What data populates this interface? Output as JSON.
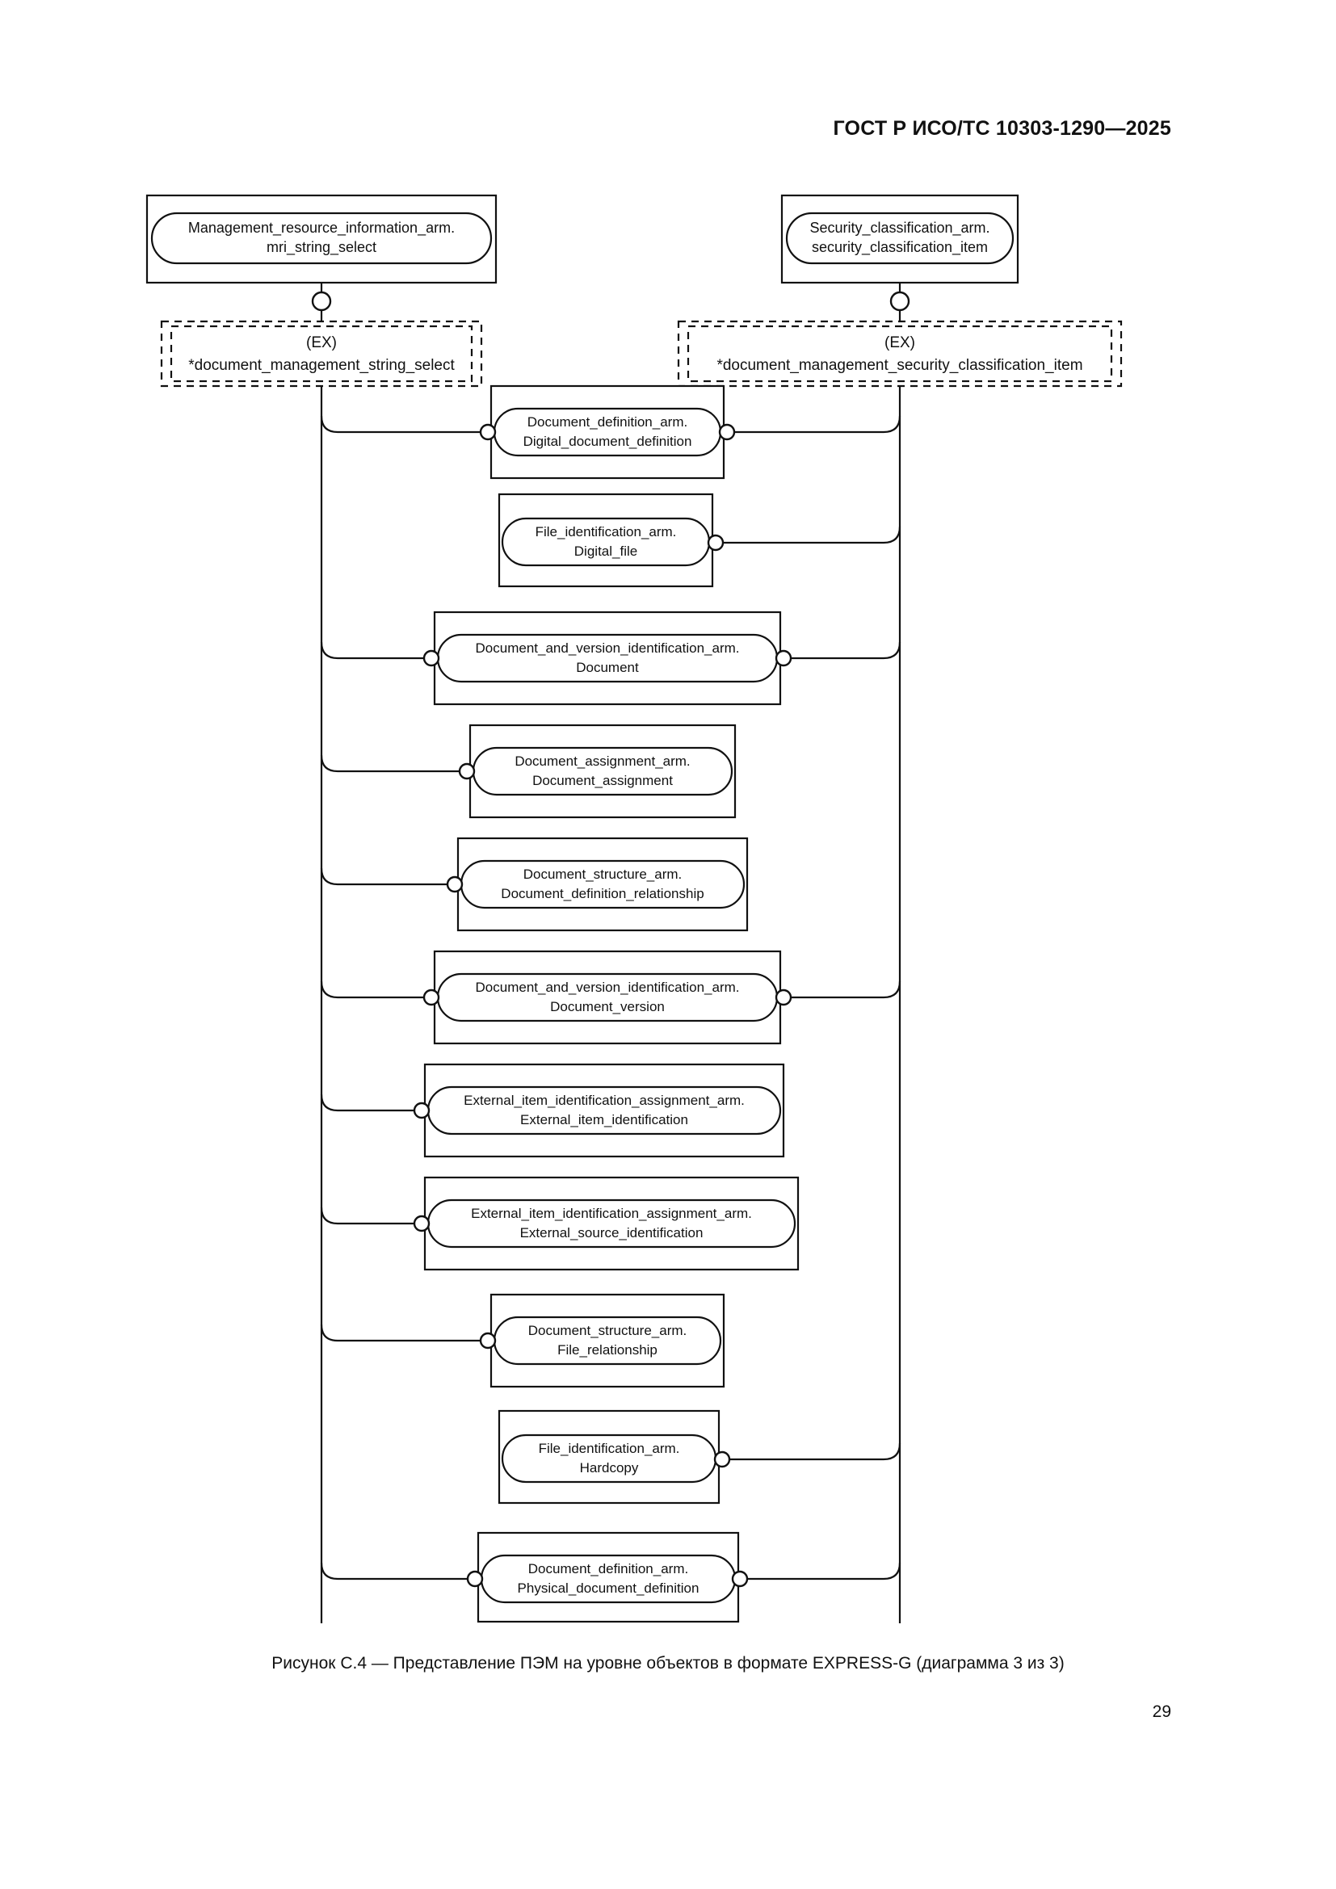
{
  "header": {
    "standard": "ГОСТ Р ИСО/ТС 10303-1290—2025"
  },
  "caption": {
    "text": "Рисунок C.4 — Представление ПЭМ на уровне объектов в формате EXPRESS-G (диаграмма 3 из 3)"
  },
  "footer": {
    "page_number": "29"
  },
  "diagram": {
    "type": "EXPRESS-G",
    "source_nodes": [
      {
        "id": "mri-string-select",
        "line1": "Management_resource_information_arm.",
        "line2": "mri_string_select",
        "position": "top-left"
      },
      {
        "id": "security-classification-item",
        "line1": "Security_classification_arm.",
        "line2": "security_classification_item",
        "position": "top-right"
      }
    ],
    "select_nodes": [
      {
        "id": "ex-string-select",
        "line1": "(EX)",
        "line2": "*document_management_string_select",
        "position": "left"
      },
      {
        "id": "ex-security-classification-item",
        "line1": "(EX)",
        "line2": "*document_management_security_classification_item",
        "position": "right"
      }
    ],
    "entities": [
      {
        "id": "digital-document-definition",
        "line1": "Document_definition_arm.",
        "line2": "Digital_document_definition",
        "left_connector": true,
        "right_connector": true
      },
      {
        "id": "digital-file",
        "line1": "File_identification_arm.",
        "line2": "Digital_file",
        "left_connector": false,
        "right_connector": true
      },
      {
        "id": "document",
        "line1": "Document_and_version_identification_arm.",
        "line2": "Document",
        "left_connector": true,
        "right_connector": true
      },
      {
        "id": "document-assignment",
        "line1": "Document_assignment_arm.",
        "line2": "Document_assignment",
        "left_connector": true,
        "right_connector": false
      },
      {
        "id": "document-definition-relationship",
        "line1": "Document_structure_arm.",
        "line2": "Document_definition_relationship",
        "left_connector": true,
        "right_connector": false
      },
      {
        "id": "document-version",
        "line1": "Document_and_version_identification_arm.",
        "line2": "Document_version",
        "left_connector": true,
        "right_connector": true
      },
      {
        "id": "external-item-identification",
        "line1": "External_item_identification_assignment_arm.",
        "line2": "External_item_identification",
        "left_connector": true,
        "right_connector": false
      },
      {
        "id": "external-source-identification",
        "line1": "External_item_identification_assignment_arm.",
        "line2": "External_source_identification",
        "left_connector": true,
        "right_connector": false
      },
      {
        "id": "file-relationship",
        "line1": "Document_structure_arm.",
        "line2": "File_relationship",
        "left_connector": true,
        "right_connector": false
      },
      {
        "id": "hardcopy",
        "line1": "File_identification_arm.",
        "line2": "Hardcopy",
        "left_connector": false,
        "right_connector": true
      },
      {
        "id": "physical-document-definition",
        "line1": "Document_definition_arm.",
        "line2": "Physical_document_definition",
        "left_connector": true,
        "right_connector": true
      }
    ]
  }
}
